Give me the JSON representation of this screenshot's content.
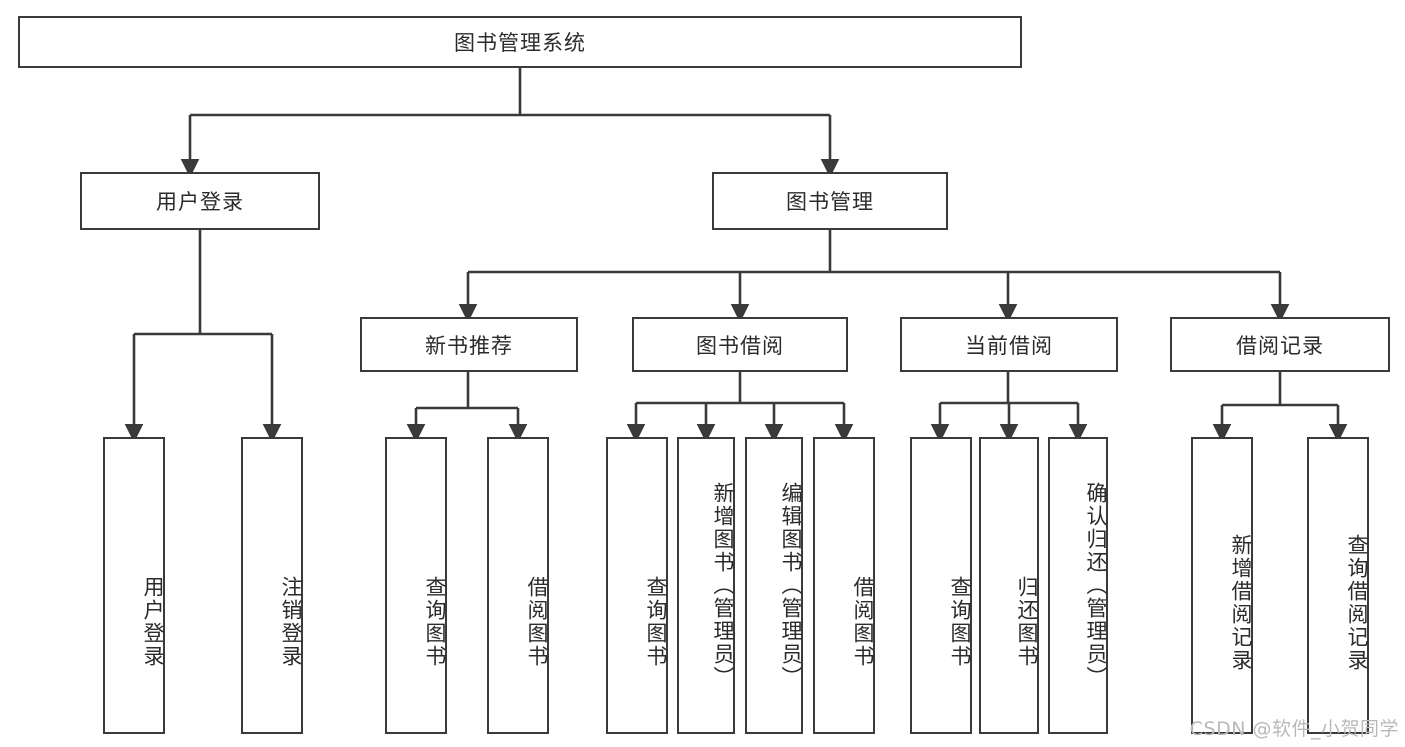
{
  "diagram": {
    "title": "图书管理系统",
    "type": "tree-hierarchy-chart",
    "line_color": "#3a3a3a",
    "background_color": "#ffffff",
    "text_color": "#2b2b2b",
    "root": {
      "label": "图书管理系统",
      "name": "node-root-system"
    },
    "level2": [
      {
        "label": "用户登录",
        "name": "node-user-login"
      },
      {
        "label": "图书管理",
        "name": "node-book-management"
      }
    ],
    "level3": [
      {
        "label": "新书推荐",
        "name": "node-new-book-recommend"
      },
      {
        "label": "图书借阅",
        "name": "node-book-borrow"
      },
      {
        "label": "当前借阅",
        "name": "node-current-borrow"
      },
      {
        "label": "借阅记录",
        "name": "node-borrow-record"
      }
    ],
    "leaves": {
      "user_login": [
        {
          "label": "用户登录",
          "name": "leaf-user-login"
        },
        {
          "label": "注销登录",
          "name": "leaf-logout"
        }
      ],
      "new_book_recommend": [
        {
          "label": "查询图书",
          "name": "leaf-query-book-1"
        },
        {
          "label": "借阅图书",
          "name": "leaf-borrow-book-1"
        }
      ],
      "book_borrow": [
        {
          "label": "查询图书",
          "name": "leaf-query-book-2"
        },
        {
          "label": "新增图书（管理员）",
          "name": "leaf-add-book-admin"
        },
        {
          "label": "编辑图书（管理员）",
          "name": "leaf-edit-book-admin"
        },
        {
          "label": "借阅图书",
          "name": "leaf-borrow-book-2"
        }
      ],
      "current_borrow": [
        {
          "label": "查询图书",
          "name": "leaf-query-book-3"
        },
        {
          "label": "归还图书",
          "name": "leaf-return-book"
        },
        {
          "label": "确认归还（管理员）",
          "name": "leaf-confirm-return-admin"
        }
      ],
      "borrow_record": [
        {
          "label": "新增借阅记录",
          "name": "leaf-add-borrow-record"
        },
        {
          "label": "查询借阅记录",
          "name": "leaf-query-borrow-record"
        }
      ]
    }
  },
  "watermark": {
    "text": "CSDN @软件_小贺同学"
  }
}
